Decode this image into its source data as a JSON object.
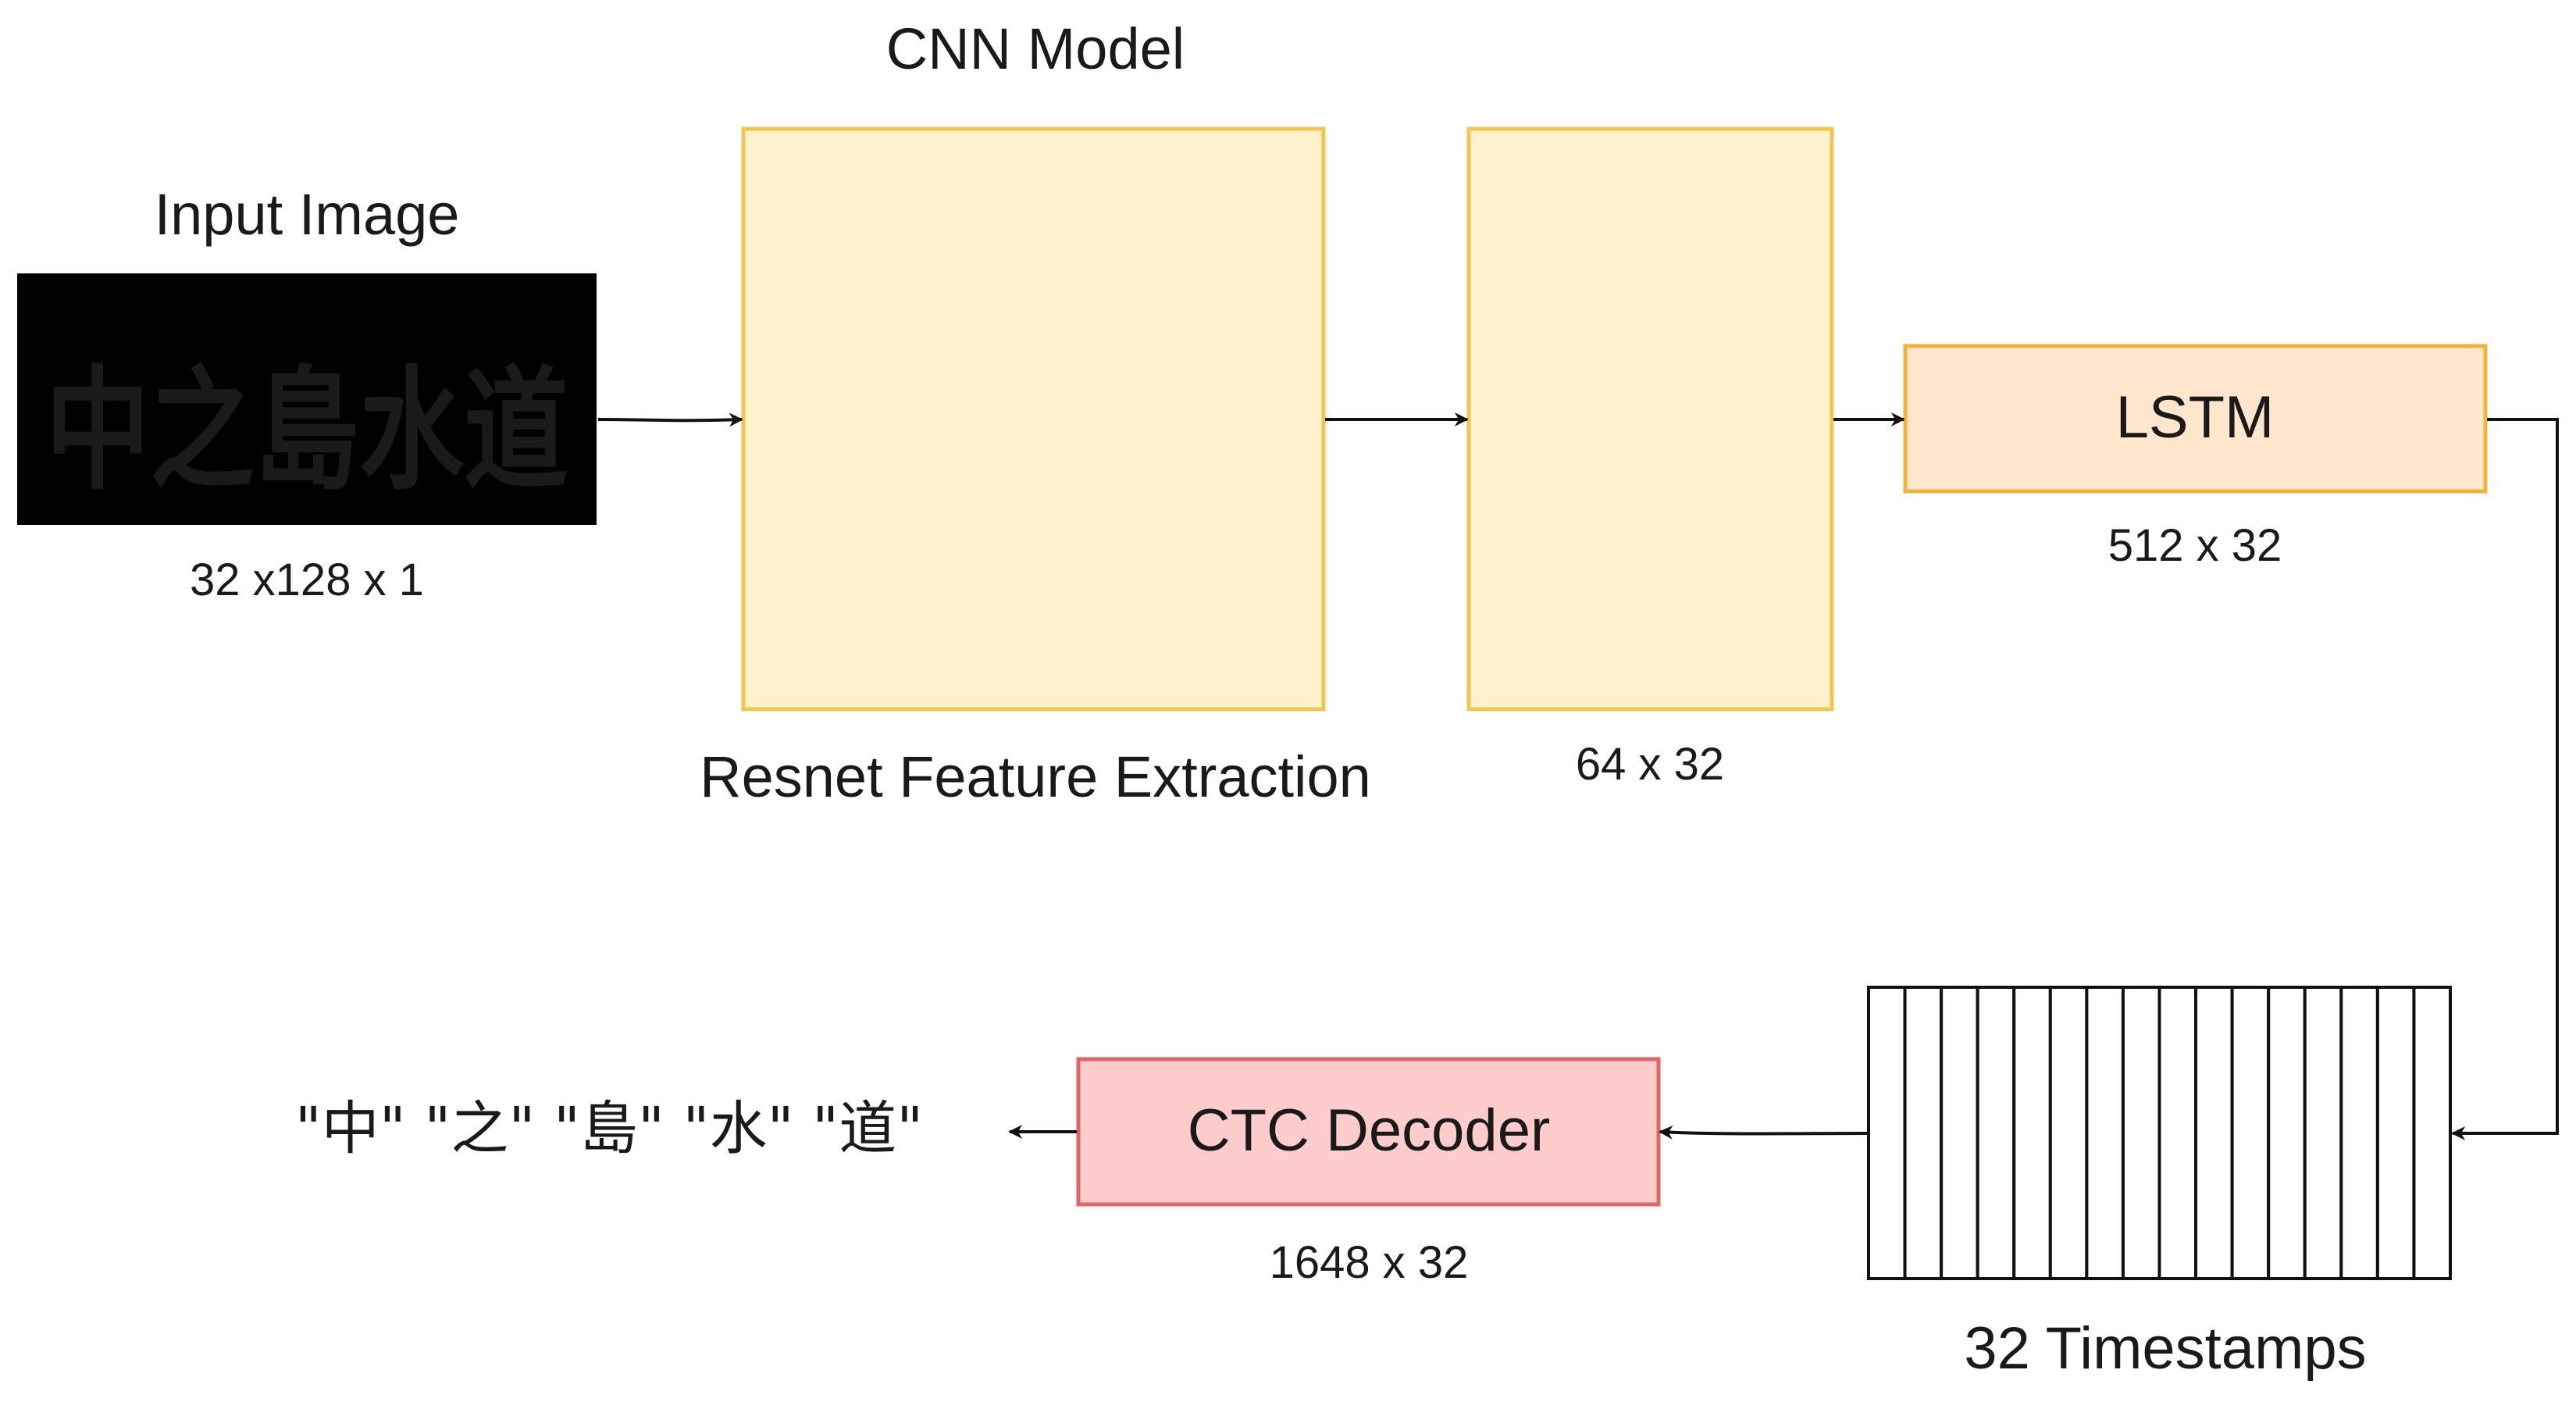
{
  "diagram": {
    "cnn_title": "CNN Model",
    "input": {
      "title": "Input Image",
      "image_text": "中之島水道",
      "dims": "32 x128 x 1"
    },
    "resnet": {
      "caption": "Resnet Feature Extraction"
    },
    "feature_block": {
      "dims": "64 x 32"
    },
    "lstm": {
      "label": "LSTM",
      "dims": "512 x 32"
    },
    "timestamps": {
      "label": "32 Timestamps",
      "slot_count": 16
    },
    "ctc": {
      "label": "CTC Decoder",
      "dims": "1648 x 32"
    },
    "output_text": "\"中\" \"之\" \"島\" \"水\" \"道\""
  },
  "colors": {
    "cnn_fill": "#fff2cc",
    "cnn_border": "#f0c552",
    "lstm_fill": "#ffe6cc",
    "lstm_border": "#eeb43f",
    "ctc_fill": "#ffcccc",
    "ctc_border": "#e06666",
    "line": "#111111",
    "input_bg": "#000000",
    "input_text": "#ffffff"
  }
}
